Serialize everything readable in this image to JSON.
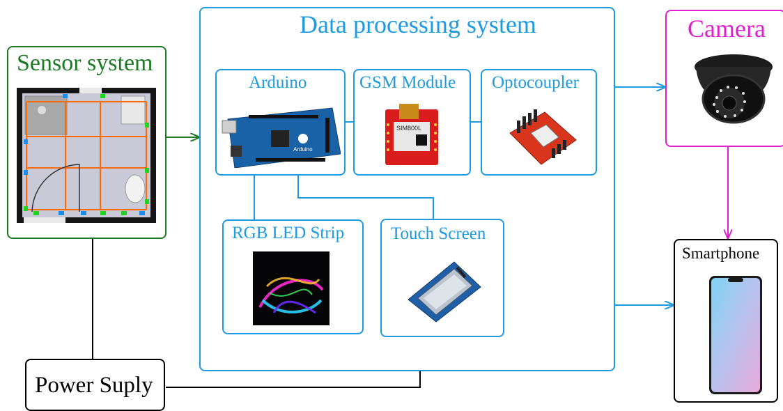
{
  "sensor": {
    "title": "Sensor system"
  },
  "processing": {
    "title": "Data processing system",
    "arduino": "Arduino",
    "gsm": "GSM Module",
    "opto": "Optocoupler",
    "rgb": "RGB LED Strip",
    "touch": "Touch Screen"
  },
  "camera": {
    "title": "Camera"
  },
  "smartphone": {
    "title": "Smartphone"
  },
  "power": {
    "title": "Power Suply"
  },
  "images": {
    "gsm_chip_text": "SIM800L",
    "arduino_logo_text": "Arduino"
  },
  "colors": {
    "blue": "#1e9ae0",
    "green": "#1c7a23",
    "magenta": "#e020d0",
    "black": "#000000"
  }
}
